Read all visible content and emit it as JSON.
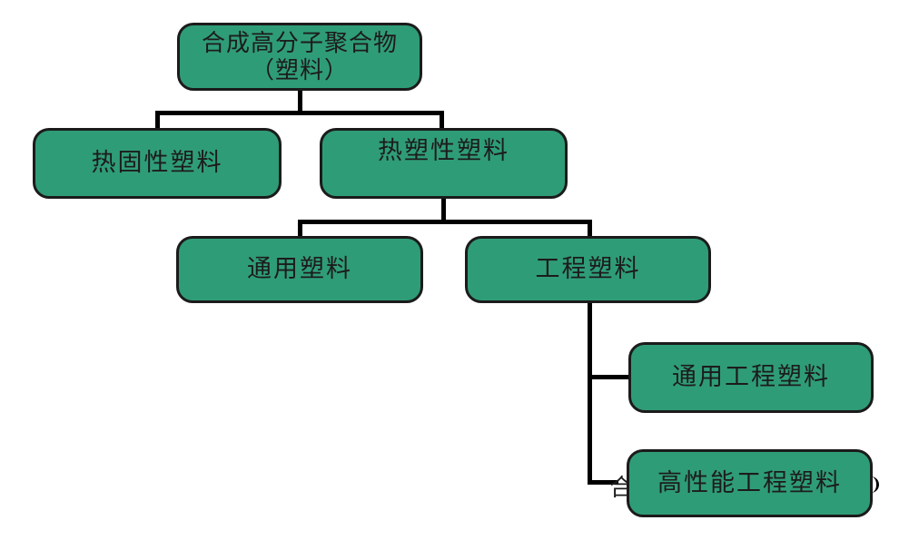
{
  "colors": {
    "node_fill": "#2F9C78",
    "node_border": "#1B1B1B",
    "connector": "#000000",
    "text": "#1C1C1C",
    "background": "#FFFFFF"
  },
  "diagram": {
    "type": "tree",
    "nodes": {
      "root": {
        "label_line1": "合成高分子聚合物",
        "label_line2": "（塑料）"
      },
      "thermoset": {
        "label": "热固性塑料"
      },
      "thermoplastic": {
        "label": "热塑性塑料"
      },
      "general_plastic": {
        "label": "通用塑料"
      },
      "engineering_plastic": {
        "label": "工程塑料"
      },
      "general_engineering_plastic": {
        "label": "通用工程塑料"
      },
      "high_performance_engineering_plastic": {
        "label": "高性能工程塑料"
      }
    },
    "edges": [
      {
        "from": "root",
        "to": "thermoset"
      },
      {
        "from": "root",
        "to": "thermoplastic"
      },
      {
        "from": "thermoplastic",
        "to": "general_plastic"
      },
      {
        "from": "thermoplastic",
        "to": "engineering_plastic"
      },
      {
        "from": "engineering_plastic",
        "to": "general_engineering_plastic"
      },
      {
        "from": "engineering_plastic",
        "to": "high_performance_engineering_plastic"
      }
    ],
    "occluded_fragment": {
      "left_glyph": "合"
    }
  }
}
